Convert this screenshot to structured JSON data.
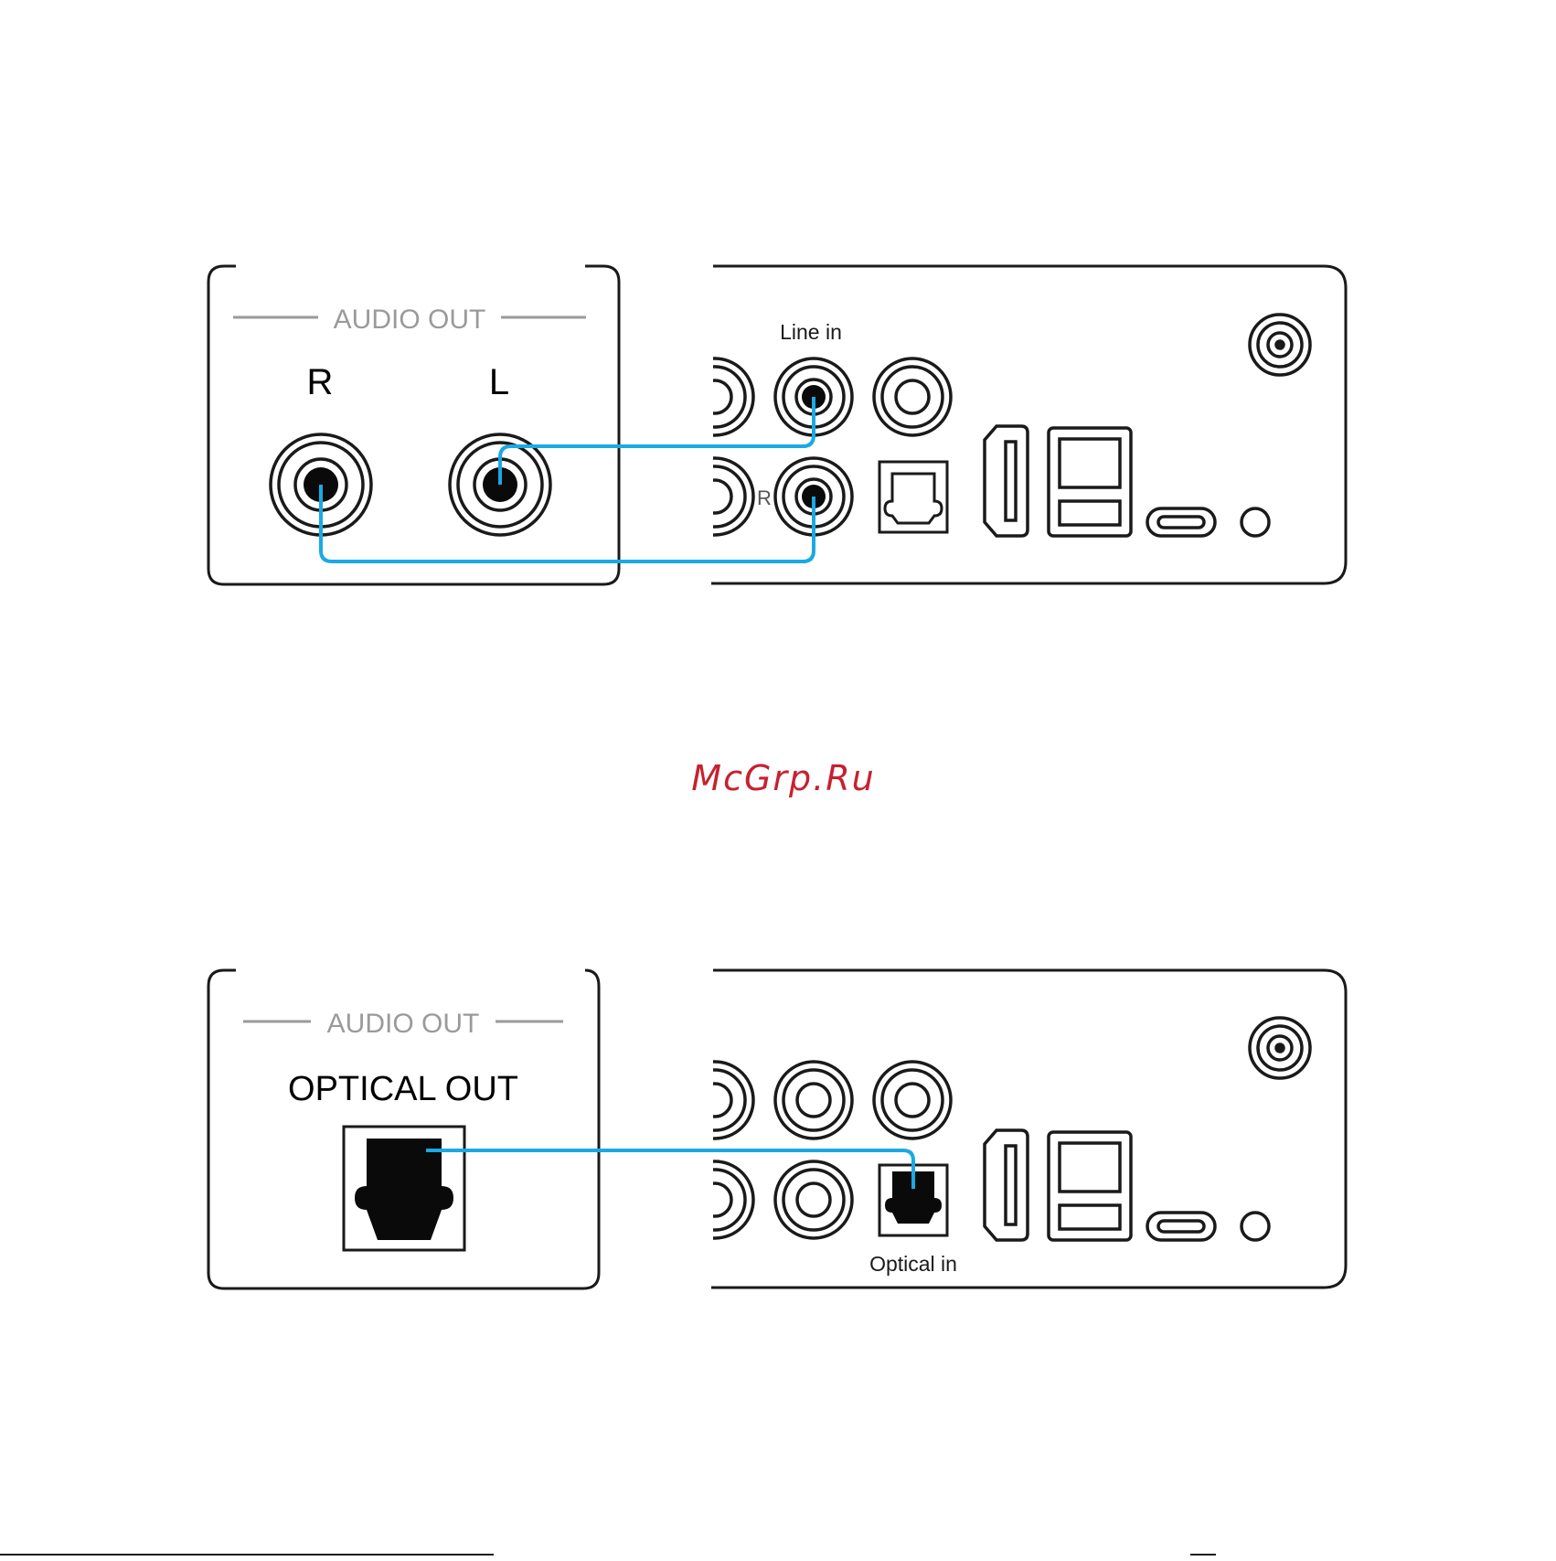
{
  "watermark": "McGrp.Ru",
  "colors": {
    "cable": "#1ba9e5",
    "line": "#1a1a1a",
    "muted": "#9a9a9a",
    "watermark": "#c8202f"
  },
  "diagram_top": {
    "source_panel": {
      "header": "AUDIO OUT",
      "jack_right_label": "R",
      "jack_left_label": "L"
    },
    "target_panel": {
      "line_in_label": "Line in",
      "lower_jack_label": "R"
    }
  },
  "diagram_bottom": {
    "source_panel": {
      "header": "AUDIO OUT",
      "port_label": "OPTICAL OUT"
    },
    "target_panel": {
      "optical_in_label": "Optical in"
    }
  }
}
